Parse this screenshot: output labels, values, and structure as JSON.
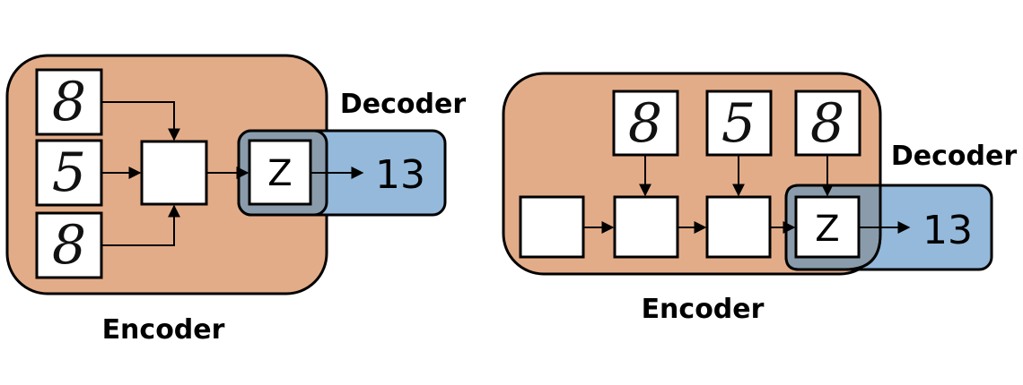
{
  "colors": {
    "encoder_fill": "#e3ac88",
    "decoder_fill": "#94b9db",
    "overlap_fill": "#8a9cab",
    "stroke": "#000000"
  },
  "left_diagram": {
    "digits": [
      "8",
      "5",
      "8"
    ],
    "latent_label": "Z",
    "output": "13",
    "encoder_label": "Encoder",
    "decoder_label": "Decoder"
  },
  "right_diagram": {
    "digits": [
      "8",
      "5",
      "8"
    ],
    "latent_label": "Z",
    "output": "13",
    "encoder_label": "Encoder",
    "decoder_label": "Decoder"
  }
}
